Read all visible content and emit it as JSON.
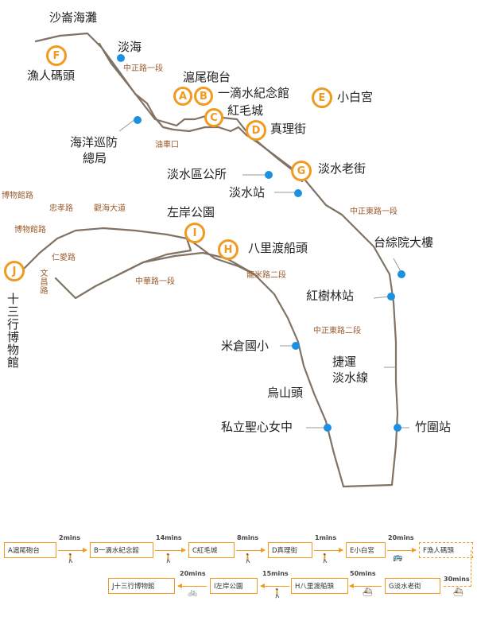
{
  "places": {
    "shalun": "沙崙海灘",
    "danhai": "淡海",
    "fisherman": "漁人碼頭",
    "fort": "滬尾砲台",
    "museum_drop": "一滴水紀念館",
    "xiaobai": "小白宮",
    "redcastle": "紅毛城",
    "truth": "真理街",
    "coastguard_1": "海洋巡防",
    "coastguard_2": "總局",
    "district_office": "淡水區公所",
    "old_street": "淡水老街",
    "tamsui_station": "淡水站",
    "left_bank": "左岸公園",
    "bali_pier": "八里渡船頭",
    "taipower": "台綜院大樓",
    "hongshulin": "紅樹林站",
    "micang": "米倉國小",
    "wushantou": "烏山頭",
    "shengxin": "私立聖心女中",
    "zhuwei": "竹圍站",
    "mrt_line_1": "捷運",
    "mrt_line_2": "淡水線",
    "shisanhang": "十三行博物館",
    "museum_road_top": "博物館路"
  },
  "roads": {
    "zhongzheng1_north": "中正路一段",
    "youchekou": "油車口",
    "zhongdong1": "中正東路一段",
    "zhongdong2": "中正東路二段",
    "zhongxiao": "忠孝路",
    "guanhai": "觀海大道",
    "museum_road": "博物館路",
    "renai": "仁愛路",
    "wenchang": "文昌路",
    "zhonghua1": "中華路一段",
    "longmi2": "龍米路二段"
  },
  "badges": {
    "A": "A",
    "B": "B",
    "C": "C",
    "D": "D",
    "E": "E",
    "F": "F",
    "G": "G",
    "H": "H",
    "I": "I",
    "J": "J"
  },
  "route": {
    "steps": [
      {
        "label": "A滬尾砲台"
      },
      {
        "label": "B一滴水紀念館"
      },
      {
        "label": "C紅毛城"
      },
      {
        "label": "D真理街"
      },
      {
        "label": "E小白宮"
      },
      {
        "label": "F漁人碼頭"
      },
      {
        "label": "G淡水老街"
      },
      {
        "label": "H八里渡船頭"
      },
      {
        "label": "I左岸公園"
      },
      {
        "label": "J十三行博物館"
      }
    ],
    "times": [
      "2mins",
      "14mins",
      "8mins",
      "1mins",
      "20mins",
      "30mins",
      "50mins",
      "15mins",
      "20mins"
    ]
  },
  "colors": {
    "accent": "#f29a1e",
    "stop": "#1e90e0",
    "road_text": "#9a5a2a",
    "coast": "#6b5a4a"
  }
}
